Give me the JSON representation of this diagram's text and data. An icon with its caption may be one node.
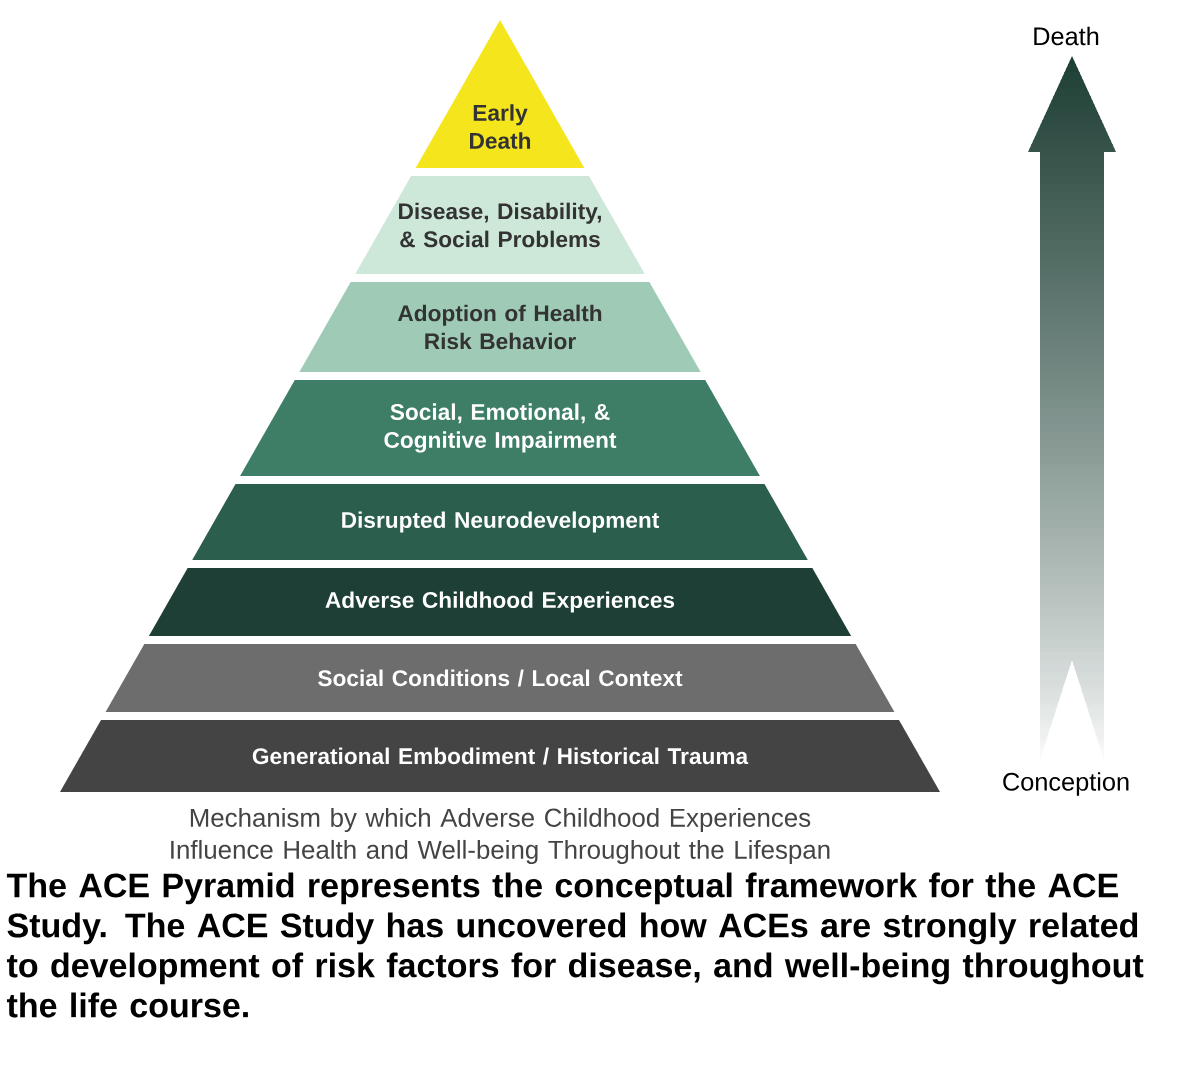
{
  "diagram": {
    "caption": "The ACE Pyramid represents the conceptual framework for the ACE Study. The ACE Study has uncovered how ACEs are strongly related to development of risk factors for disease, and well-being throughout the life course.",
    "nodes": [
      {
        "text": [
          "Early Death"
        ]
      },
      {
        "text": [
          "Disease, Disability, & Social Problems"
        ]
      },
      {
        "text": [
          "Adoption of Health Risk Behavior"
        ]
      },
      {
        "text": [
          "Social, Emotional, & Cognitive Impairment"
        ]
      },
      {
        "text": [
          "Disrupted Neurodevelopment"
        ]
      },
      {
        "text": [
          "Adverse Childhood Experiences"
        ]
      },
      {
        "text": [
          "Social Conditions / Local Context"
        ]
      },
      {
        "text": [
          "Generational Embodiment / Historical Trauma"
        ]
      }
    ],
    "edges": [],
    "labels": [
      "Death",
      "Conception",
      "Mechanism by which Adverse Childhood Experiences Influence Health and Well-being Throughout the Lifespan"
    ]
  }
}
